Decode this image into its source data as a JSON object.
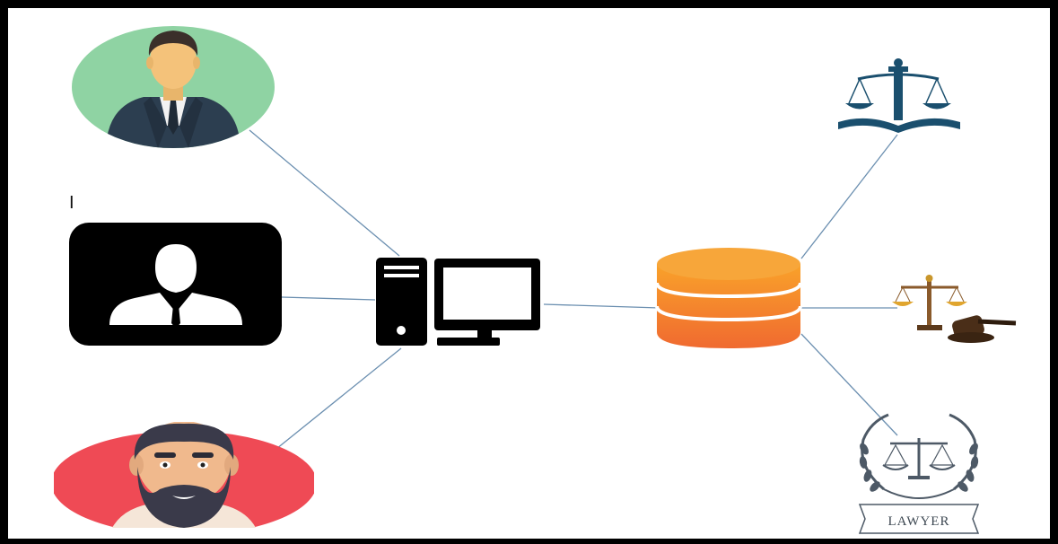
{
  "diagram": {
    "stray_mark": "I",
    "lawyer_logo_text": "LAWYER"
  },
  "nodes": {
    "users": [
      "businessman-avatar",
      "user-silhouette-icon",
      "bearded-man-avatar"
    ],
    "center": "desktop-computer-icon",
    "storage": "database-icon",
    "legal": [
      "justice-scales-pillar-icon",
      "scales-gavel-icon",
      "lawyer-logo"
    ]
  },
  "colors": {
    "connector": "#6b8fb0",
    "db_orange": "#f7931e",
    "avatar1_bg": "#8fd3a3",
    "avatar3_bg": "#ef4a55",
    "legal_blue": "#1a4f6e"
  }
}
